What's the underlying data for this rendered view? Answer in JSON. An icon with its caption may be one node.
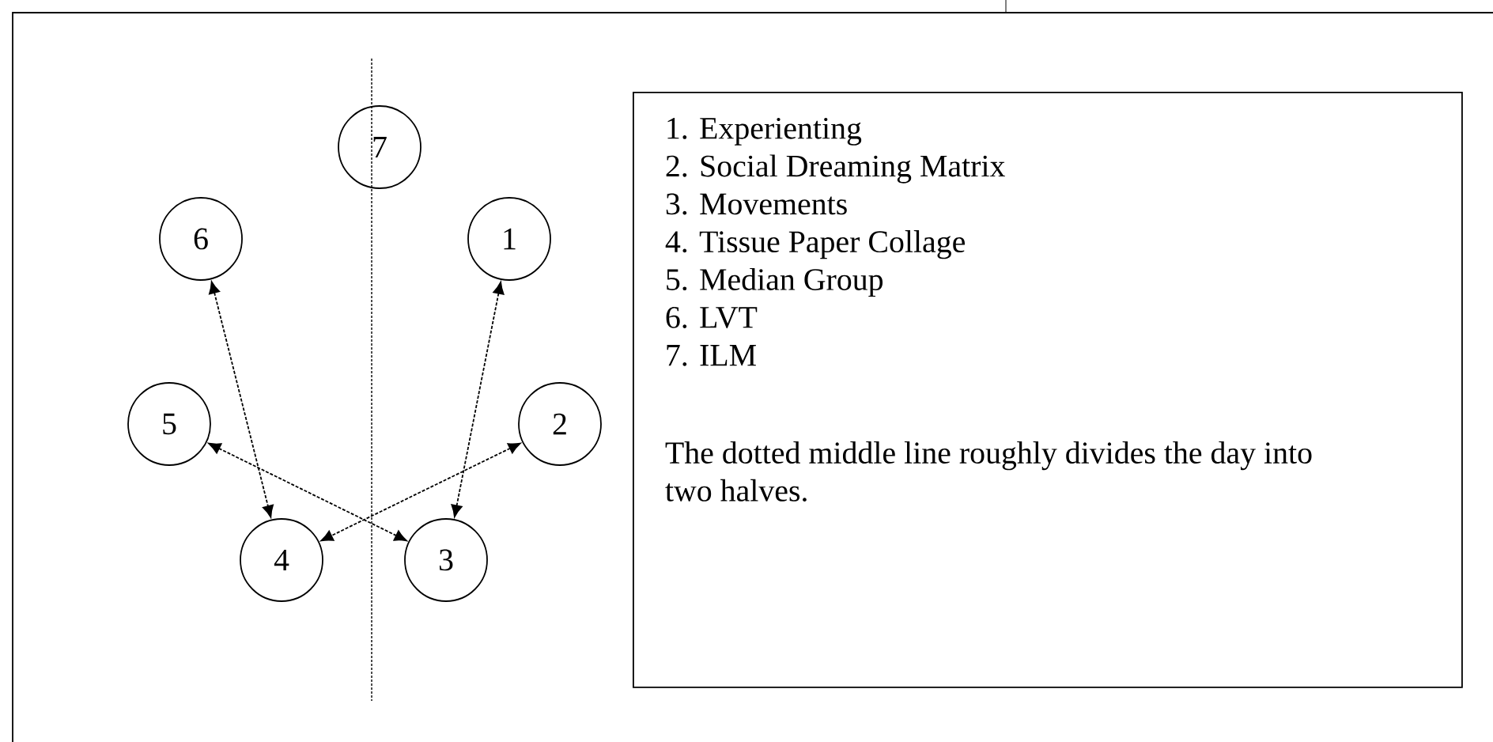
{
  "diagram": {
    "nodes": [
      {
        "text": [
          "1"
        ]
      },
      {
        "text": [
          "2"
        ]
      },
      {
        "text": [
          "3"
        ]
      },
      {
        "text": [
          "4"
        ]
      },
      {
        "text": [
          "5"
        ]
      },
      {
        "text": [
          "6"
        ]
      },
      {
        "text": [
          "7"
        ]
      },
      {
        "text": [
          "1. Experienting",
          "2. Social Dreaming Matrix",
          "3. Movements",
          "4. Tissue Paper Collage",
          "5. Median Group",
          "6. LVT",
          "7. ILM",
          "The dotted middle line roughly divides the day into two halves."
        ]
      }
    ],
    "edges": [
      {
        "from": 5,
        "to": 3,
        "arrow": "both",
        "style": "dashed"
      },
      {
        "from": 0,
        "to": 2,
        "arrow": "both",
        "style": "dashed"
      },
      {
        "from": 4,
        "to": 2,
        "arrow": "both",
        "style": "dashed"
      },
      {
        "from": 1,
        "to": 3,
        "arrow": "both",
        "style": "dashed"
      }
    ]
  }
}
